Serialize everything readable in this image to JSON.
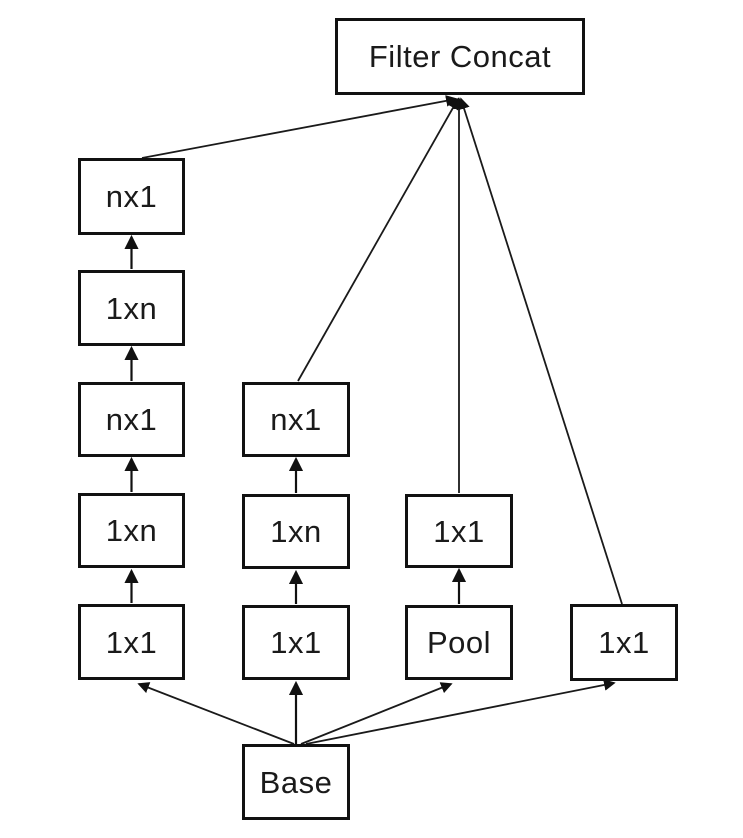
{
  "diagram": {
    "type": "flowchart",
    "background_color": "#ffffff",
    "stroke_color": "#111111",
    "text_color": "#1a1a1a",
    "nodes": {
      "filter_concat": "Filter Concat",
      "base": "Base",
      "branch1": [
        "1x1",
        "1xn",
        "nx1",
        "1xn",
        "nx1"
      ],
      "branch2": [
        "1x1",
        "1xn",
        "nx1"
      ],
      "branch3": [
        "Pool",
        "1x1"
      ],
      "branch4": [
        "1x1"
      ]
    },
    "edges": [
      {
        "from": "base",
        "to": "branch1:1x1"
      },
      {
        "from": "base",
        "to": "branch2:1x1"
      },
      {
        "from": "base",
        "to": "branch3:Pool"
      },
      {
        "from": "base",
        "to": "branch4:1x1"
      },
      {
        "from": "branch1:1x1",
        "to": "branch1:1xn"
      },
      {
        "from": "branch1:1xn",
        "to": "branch1:nx1"
      },
      {
        "from": "branch1:nx1",
        "to": "branch1:1xn-2"
      },
      {
        "from": "branch1:1xn-2",
        "to": "branch1:nx1-2"
      },
      {
        "from": "branch1:nx1-2",
        "to": "filter_concat"
      },
      {
        "from": "branch2:1x1",
        "to": "branch2:1xn"
      },
      {
        "from": "branch2:1xn",
        "to": "branch2:nx1"
      },
      {
        "from": "branch2:nx1",
        "to": "filter_concat"
      },
      {
        "from": "branch3:Pool",
        "to": "branch3:1x1"
      },
      {
        "from": "branch3:1x1",
        "to": "filter_concat"
      },
      {
        "from": "branch4:1x1",
        "to": "filter_concat"
      }
    ]
  }
}
